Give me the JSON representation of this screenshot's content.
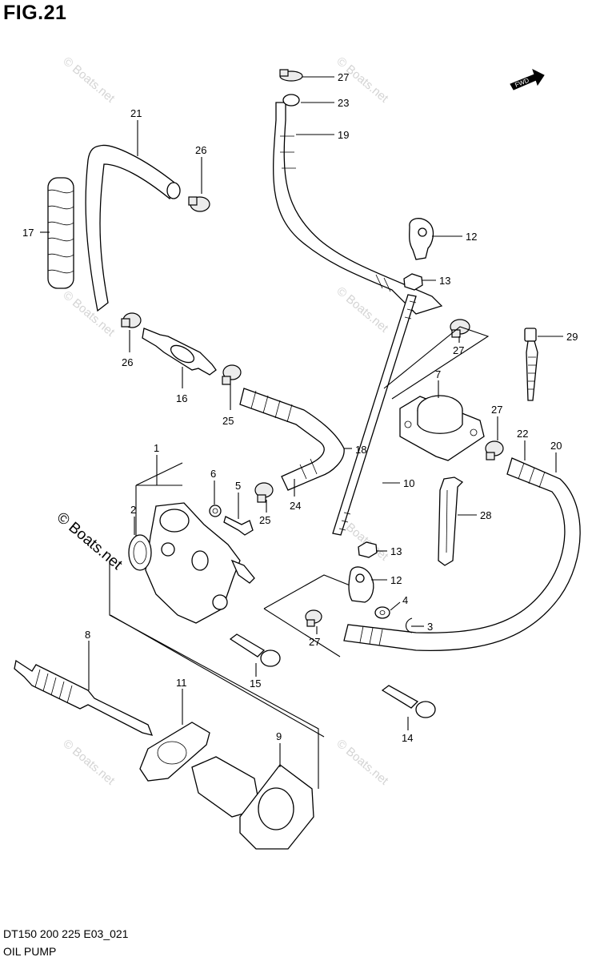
{
  "figure": {
    "title": "FIG.21",
    "code": "DT150 200 225 E03_021",
    "name": "OIL PUMP",
    "fwd_label": "FWD"
  },
  "watermarks": {
    "small": "© Boats.net",
    "large": "© Boats.net"
  },
  "callouts": [
    {
      "n": "27"
    },
    {
      "n": "23"
    },
    {
      "n": "19"
    },
    {
      "n": "21"
    },
    {
      "n": "26"
    },
    {
      "n": "17"
    },
    {
      "n": "12"
    },
    {
      "n": "13"
    },
    {
      "n": "26"
    },
    {
      "n": "16"
    },
    {
      "n": "25"
    },
    {
      "n": "27"
    },
    {
      "n": "29"
    },
    {
      "n": "7"
    },
    {
      "n": "27"
    },
    {
      "n": "22"
    },
    {
      "n": "20"
    },
    {
      "n": "18"
    },
    {
      "n": "1"
    },
    {
      "n": "6"
    },
    {
      "n": "5"
    },
    {
      "n": "24"
    },
    {
      "n": "25"
    },
    {
      "n": "10"
    },
    {
      "n": "28"
    },
    {
      "n": "2"
    },
    {
      "n": "13"
    },
    {
      "n": "12"
    },
    {
      "n": "4"
    },
    {
      "n": "3"
    },
    {
      "n": "27"
    },
    {
      "n": "8"
    },
    {
      "n": "15"
    },
    {
      "n": "11"
    },
    {
      "n": "9"
    },
    {
      "n": "14"
    }
  ]
}
